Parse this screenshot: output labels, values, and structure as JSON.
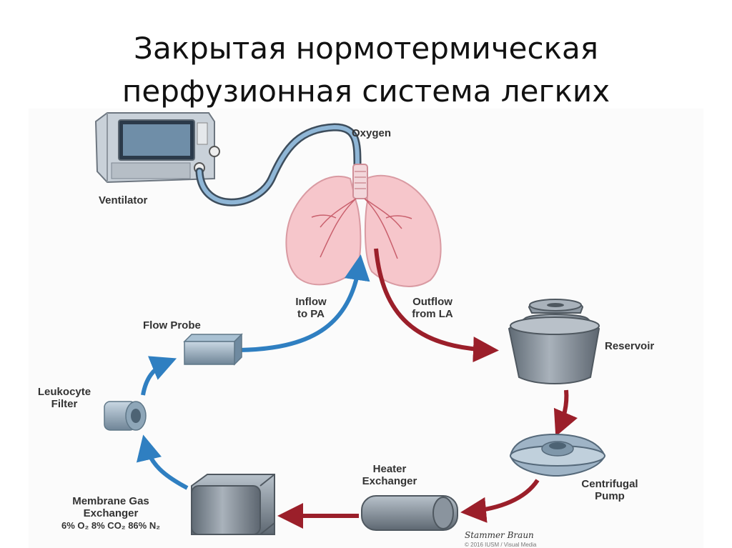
{
  "title": {
    "line1": "Закрытая нормотермическая",
    "line2": "перфузионная система легких"
  },
  "labels": {
    "oxygen": "Oxygen",
    "ventilator": "Ventilator",
    "inflow_line1": "Inflow",
    "inflow_line2": "to PA",
    "outflow_line1": "Outflow",
    "outflow_line2": "from LA",
    "flow_probe": "Flow Probe",
    "leukocyte_line1": "Leukocyte",
    "leukocyte_line2": "Filter",
    "reservoir": "Reservoir",
    "centrifugal_line1": "Centrifugal",
    "centrifugal_line2": "Pump",
    "heater_line1": "Heater",
    "heater_line2": "Exchanger",
    "membrane_line1": "Membrane Gas",
    "membrane_line2": "Exchanger",
    "gas_mix": "6% O₂ 8% CO₂ 86% N₂"
  },
  "credit": "© 2016 IUSM / Visual Media",
  "signature": "Stammer Braun",
  "colors": {
    "blue_flow": "#2f7fc1",
    "red_flow": "#9b1f2a",
    "lung_fill": "#f6c6cb",
    "device_gray": "#7d8791"
  }
}
